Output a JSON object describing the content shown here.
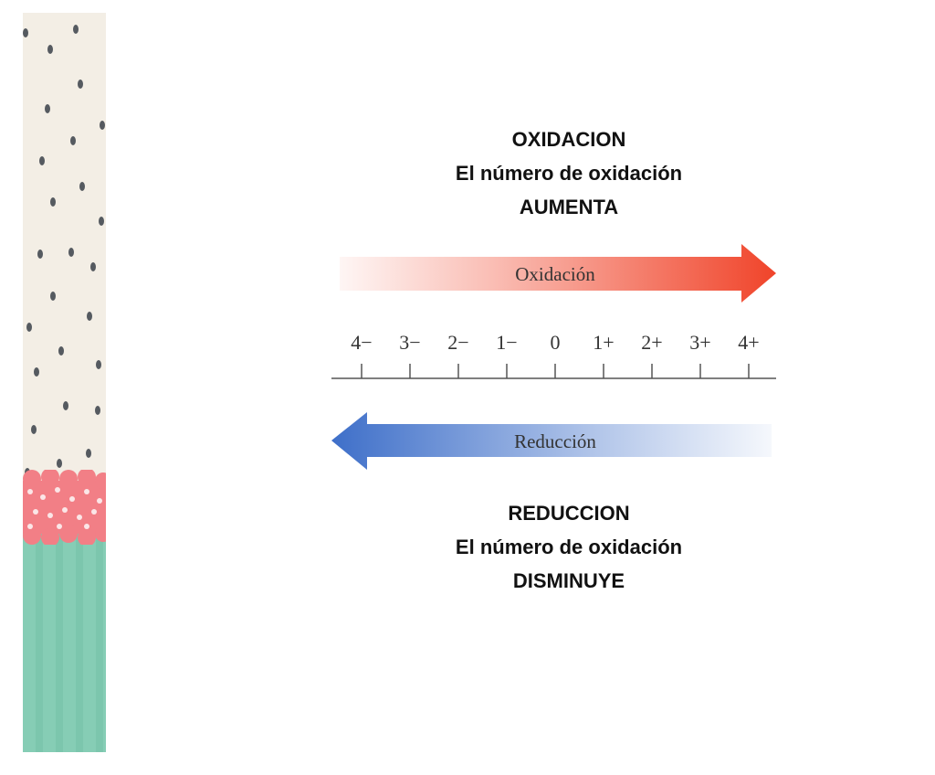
{
  "oxidation_caption": {
    "line1": "OXIDACION",
    "line2": "El número de oxidación",
    "line3": "AUMENTA"
  },
  "reduction_caption": {
    "line1": "REDUCCION",
    "line2": "El número de oxidación",
    "line3": "DISMINUYE"
  },
  "oxidation_arrow": {
    "label": "Oxidación",
    "color": "#f0442a",
    "direction": "right"
  },
  "reduction_arrow": {
    "label": "Reducción",
    "color": "#3e6fc9",
    "direction": "left"
  },
  "number_line": {
    "ticks": [
      "4−",
      "3−",
      "2−",
      "1−",
      "0",
      "1+",
      "2+",
      "3+",
      "4+"
    ]
  },
  "colors": {
    "strip_beige": "#f3eee5",
    "strip_dots": "#555a60",
    "strip_lace": "#f27f86",
    "strip_green": "#86cdb5"
  }
}
